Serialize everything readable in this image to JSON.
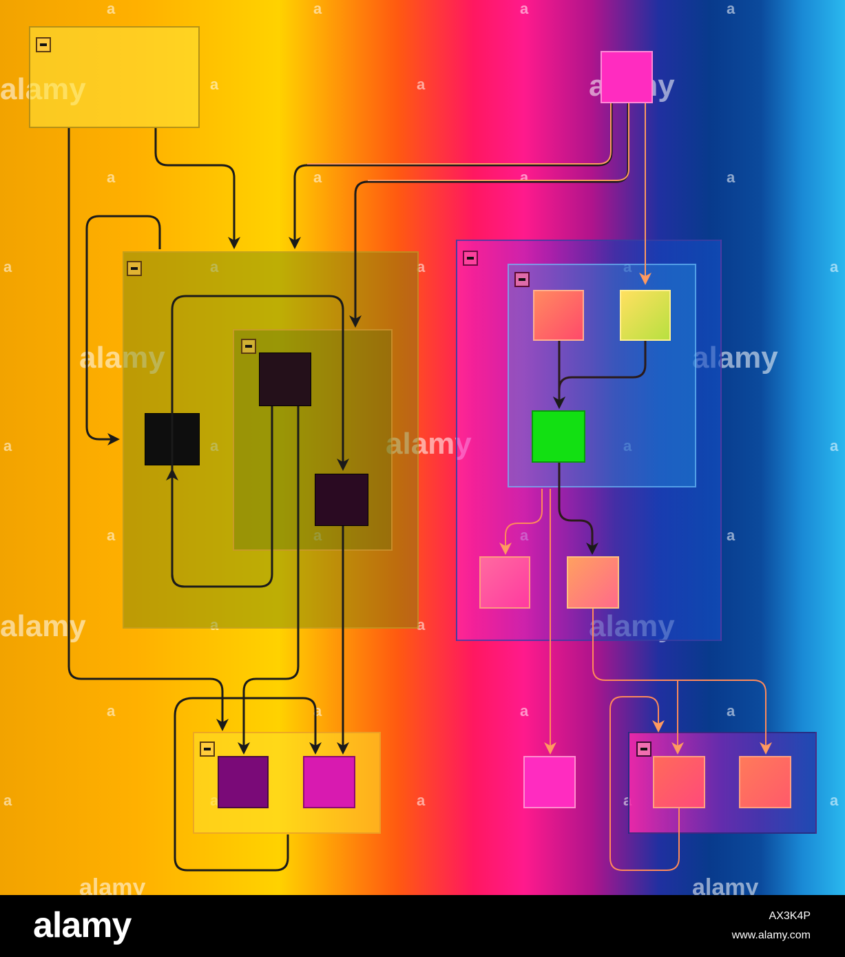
{
  "watermark": {
    "brand": "alamy",
    "letter": "a"
  },
  "footer": {
    "logo": "alamy",
    "image_id": "AX3K4P",
    "url": "www.alamy.com"
  },
  "colors": {
    "black_node": "#111111",
    "dark_purple_node": "#2a0a20",
    "purple_node": "#7a0a78",
    "magenta_node": "#d81ab0",
    "pink_node": "#ff2cc0",
    "green_node": "#12e012",
    "salmon_node": "#ff6a5a",
    "yellow_node": "#e8e040",
    "connector_dark": "#1a1a1a",
    "connector_light": "#ffa070"
  },
  "icons": {
    "collapse": "minus-box-icon"
  }
}
